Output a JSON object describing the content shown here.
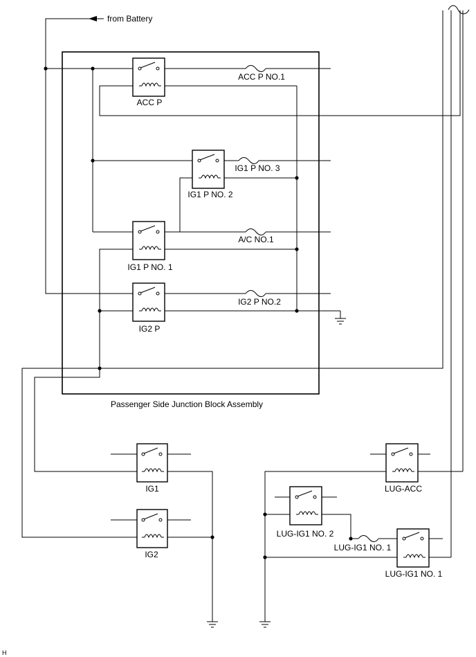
{
  "diagram": {
    "battery_label": "from Battery",
    "junction_block_label": "Passenger Side Junction Block Assembly",
    "relays": {
      "acc_p": "ACC P",
      "ig1_p_no2": "IG1 P NO. 2",
      "ig1_p_no1": "IG1 P NO. 1",
      "ig2_p": "IG2 P",
      "ig1": "IG1",
      "ig2": "IG2",
      "lug_acc": "LUG-ACC",
      "lug_ig1_no2": "LUG-IG1 NO. 2",
      "lug_ig1_no1": "LUG-IG1 NO. 1"
    },
    "fuses": {
      "acc_p_no1": "ACC P NO.1",
      "ig1_p_no3": "IG1 P NO. 3",
      "ac_no1": "A/C NO.1",
      "ig2_p_no2": "IG2 P NO.2",
      "lug_ig1_no1": "LUG-IG1 NO. 1"
    },
    "corner_mark": "H"
  }
}
